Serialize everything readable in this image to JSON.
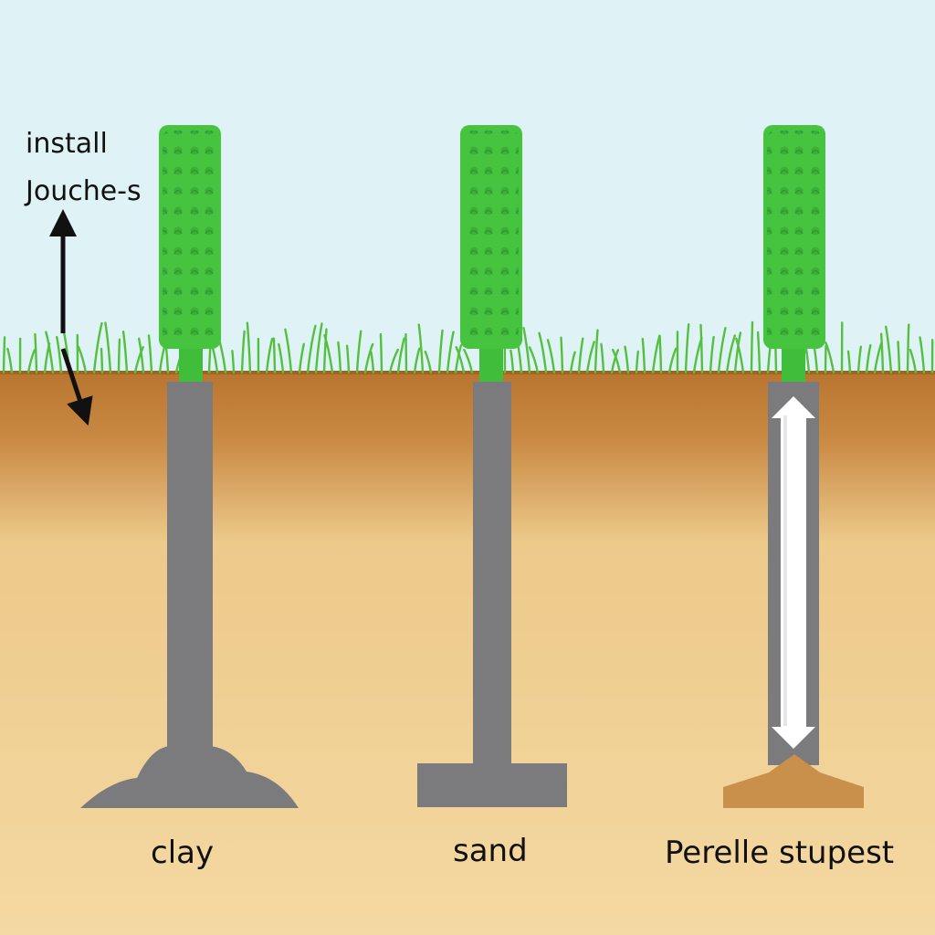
{
  "diagram": {
    "title_lines": [
      "install",
      "Jouche-s"
    ],
    "posts": [
      {
        "label": "clay",
        "base": "mound"
      },
      {
        "label": "sand",
        "base": "flat-plate"
      },
      {
        "label": "Perelle stupest",
        "base": "trapezoid-footing"
      }
    ]
  },
  "colors": {
    "sky": "#dff3f6",
    "soil_top": "#b9752f",
    "soil_bottom": "#f3d79f",
    "grass": "#4fbf3a",
    "post_green": "#45c23e",
    "post_gray": "#7b7b7d",
    "footing_brown": "#c8904a"
  }
}
